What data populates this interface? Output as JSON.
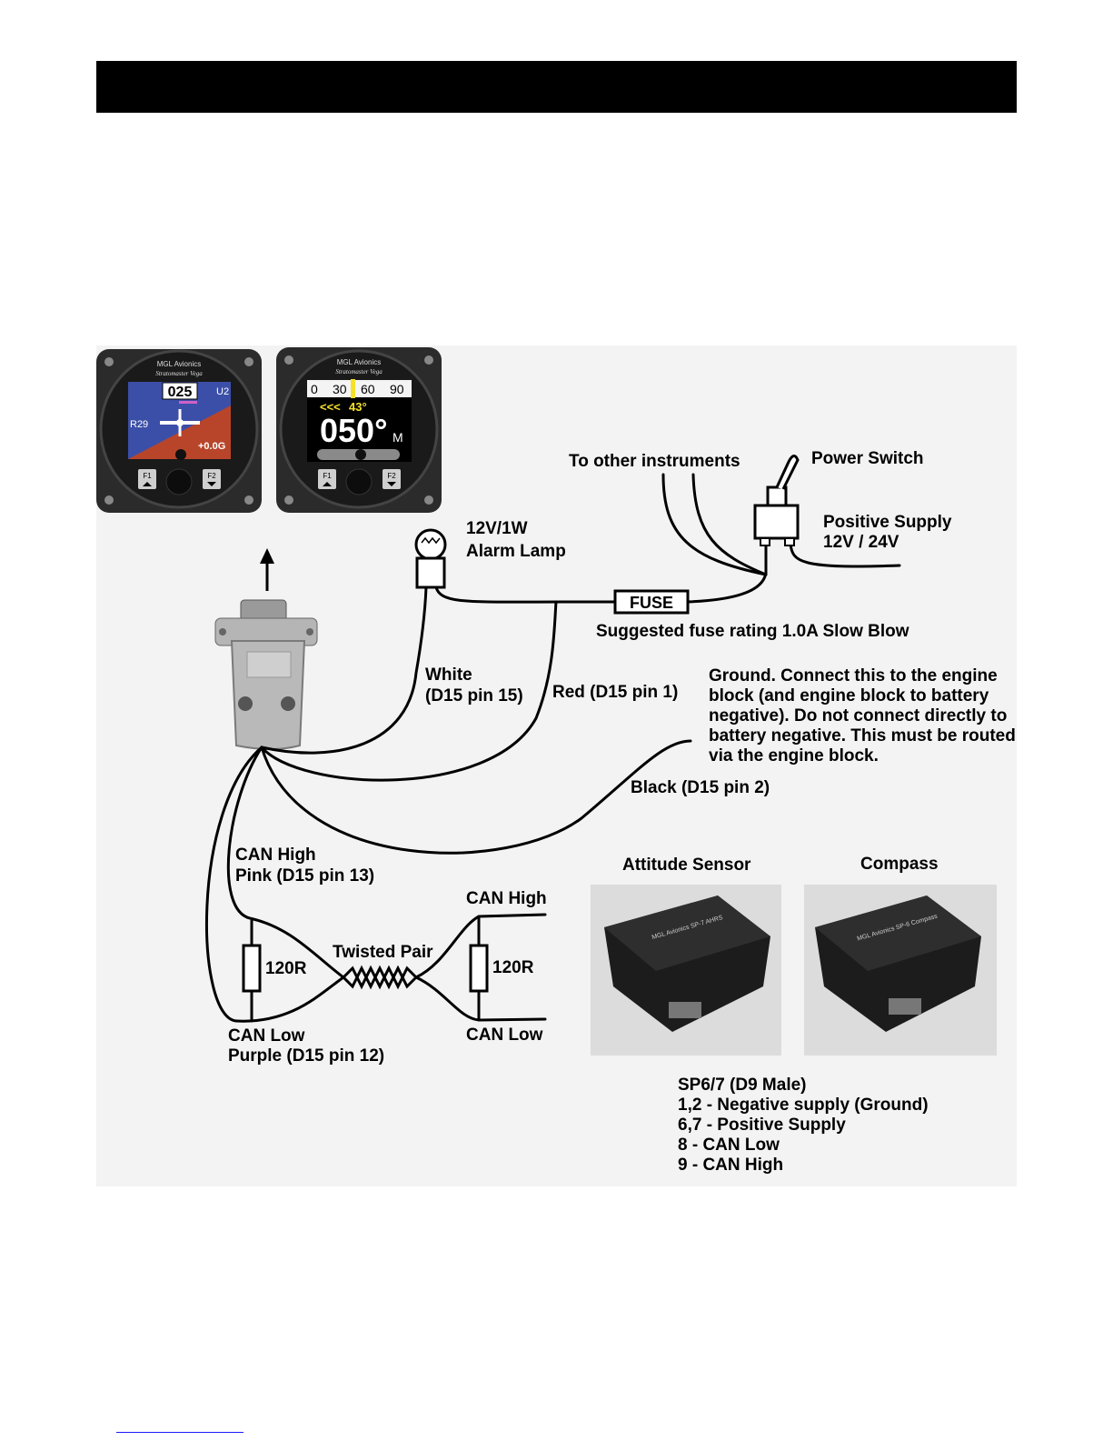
{
  "labels": {
    "to_other_instruments": "To other instruments",
    "power_switch": "Power Switch",
    "positive_supply": "Positive Supply",
    "supply_voltage": "12V / 24V",
    "lamp_rating": "12V/1W",
    "alarm_lamp": "Alarm Lamp",
    "fuse": "FUSE",
    "fuse_rating": "Suggested fuse rating 1.0A Slow Blow",
    "white_wire": "White",
    "white_pin": "(D15 pin 15)",
    "red_wire": "Red (D15 pin 1)",
    "ground_note": "Ground. Connect this to the engine block (and engine block to battery negative). Do not connect directly to battery negative. This must be routed via the engine block.",
    "black_wire": "Black (D15 pin 2)",
    "can_high_left": "CAN High",
    "pink_pin": "Pink (D15 pin 13)",
    "can_low_left": "CAN Low",
    "purple_pin": "Purple (D15 pin 12)",
    "twisted_pair": "Twisted Pair",
    "resistor_left": "120R",
    "resistor_right": "120R",
    "can_high_right": "CAN High",
    "can_low_right": "CAN Low",
    "attitude_sensor": "Attitude Sensor",
    "compass": "Compass"
  },
  "instruments": {
    "brand": "MGL Avionics",
    "model": "Stratomaster Vega",
    "left": {
      "heading": "025",
      "mode": "U2",
      "runway": "R29",
      "g_load": "+0.0G",
      "f1": "F1",
      "f2": "F2"
    },
    "right": {
      "scale": [
        "0",
        "30",
        "60",
        "90"
      ],
      "arrows": "<<<",
      "angle": "43°",
      "heading": "050°",
      "unit": "M",
      "f1": "F1",
      "f2": "F2"
    }
  },
  "sensors": {
    "attitude_title": "MGL Avionics SP-7 AHRS",
    "compass_title": "MGL Avionics SP-6 Compass"
  },
  "pinout": {
    "lines": [
      "SP6/7 (D9 Male)",
      "1,2 - Negative supply (Ground)",
      "6,7 - Positive Supply",
      "8 - CAN Low",
      "9 - CAN High"
    ]
  },
  "colors": {
    "header": "#000000",
    "panel": "#f3f3f3",
    "sky": "#3c4fa8",
    "ground": "#b8452a",
    "bezel": "#222222"
  }
}
